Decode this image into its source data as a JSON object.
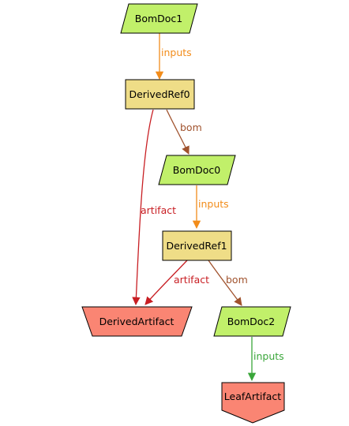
{
  "colors": {
    "inputs_orange": "#f28c1a",
    "inputs_green": "#3aa63a",
    "bom_brown": "#a0522d",
    "artifact_red": "#c81e23",
    "bomdoc_fill": "#c1f06a",
    "derivedref_fill": "#efdd87",
    "artifact_fill": "#fa8573",
    "outline": "#000000"
  },
  "nodes": {
    "bomdoc1": {
      "label": "BomDoc1",
      "shape": "parallelogram"
    },
    "derivedref0": {
      "label": "DerivedRef0",
      "shape": "rectangle"
    },
    "bomdoc0": {
      "label": "BomDoc0",
      "shape": "parallelogram"
    },
    "derivedref1": {
      "label": "DerivedRef1",
      "shape": "rectangle"
    },
    "derivedartifact": {
      "label": "DerivedArtifact",
      "shape": "inverted-trapezium"
    },
    "bomdoc2": {
      "label": "BomDoc2",
      "shape": "parallelogram"
    },
    "leafartifact": {
      "label": "LeafArtifact",
      "shape": "pentagon-down"
    }
  },
  "edges": {
    "bomdoc1_derivedref0": {
      "from": "BomDoc1",
      "to": "DerivedRef0",
      "label": "inputs"
    },
    "derivedref0_bomdoc0": {
      "from": "DerivedRef0",
      "to": "BomDoc0",
      "label": "bom"
    },
    "derivedref0_derivedartifact": {
      "from": "DerivedRef0",
      "to": "DerivedArtifact",
      "label": "artifact"
    },
    "bomdoc0_derivedref1": {
      "from": "BomDoc0",
      "to": "DerivedRef1",
      "label": "inputs"
    },
    "derivedref1_derivedartifact": {
      "from": "DerivedRef1",
      "to": "DerivedArtifact",
      "label": "artifact"
    },
    "derivedref1_bomdoc2": {
      "from": "DerivedRef1",
      "to": "BomDoc2",
      "label": "bom"
    },
    "bomdoc2_leafartifact": {
      "from": "BomDoc2",
      "to": "LeafArtifact",
      "label": "inputs"
    }
  }
}
